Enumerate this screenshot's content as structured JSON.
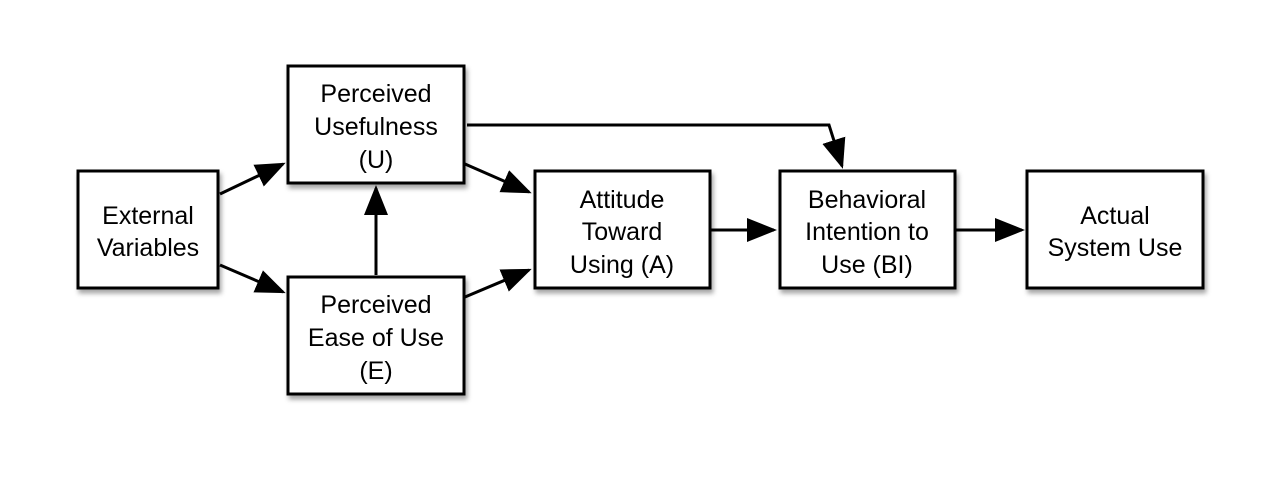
{
  "nodes": {
    "external_variables": {
      "lines": [
        "External",
        "Variables"
      ]
    },
    "perceived_usefulness": {
      "lines": [
        "Perceived",
        "Usefulness",
        "(U)"
      ]
    },
    "perceived_ease_of_use": {
      "lines": [
        "Perceived",
        "Ease of Use",
        "(E)"
      ]
    },
    "attitude_toward_using": {
      "lines": [
        "Attitude",
        "Toward",
        "Using (A)"
      ]
    },
    "behavioral_intention": {
      "lines": [
        "Behavioral",
        "Intention to",
        "Use (BI)"
      ]
    },
    "actual_system_use": {
      "lines": [
        "Actual",
        "System Use"
      ]
    }
  },
  "edges": [
    {
      "from": "external_variables",
      "to": "perceived_usefulness"
    },
    {
      "from": "external_variables",
      "to": "perceived_ease_of_use"
    },
    {
      "from": "perceived_ease_of_use",
      "to": "perceived_usefulness"
    },
    {
      "from": "perceived_usefulness",
      "to": "attitude_toward_using"
    },
    {
      "from": "perceived_ease_of_use",
      "to": "attitude_toward_using"
    },
    {
      "from": "perceived_usefulness",
      "to": "behavioral_intention"
    },
    {
      "from": "attitude_toward_using",
      "to": "behavioral_intention"
    },
    {
      "from": "behavioral_intention",
      "to": "actual_system_use"
    }
  ],
  "colors": {
    "background": "#ffffff",
    "stroke": "#000000",
    "text": "#000000"
  }
}
